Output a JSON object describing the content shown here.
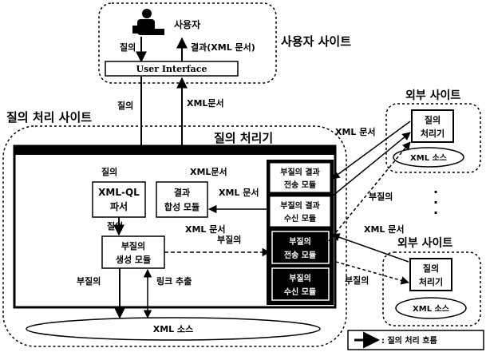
{
  "user_site": {
    "user_label": "사용자",
    "site_label": "사용자 사이트",
    "query_label": "질의",
    "result_label": "결과(XML 문서)",
    "ui_label": "User Interface"
  },
  "query_site": {
    "site_label": "질의 처리 사이트",
    "processor_label": "질의 처리기",
    "query_in_label": "질의",
    "xml_doc_label": "XML문서",
    "xmlql_parser": [
      "XML-QL",
      "파서"
    ],
    "result_synth": [
      "결과",
      "합성 모듈"
    ],
    "subquery_gen": [
      "부질의",
      "생성 모듈"
    ],
    "query_to_gen_label": "질의",
    "xml_doc_to_synth_label": "XML문서",
    "xml_doc_synth_from_recv_label": "XML 문서",
    "xml_doc_recv_label": "XML 문서",
    "subquery_to_send_label": "부질의",
    "subquery_down_label": "부질의",
    "link_extract_label": "링크 추출",
    "xml_source_label": "XML 소스",
    "modules": [
      [
        "부질의 결과",
        "전송 모듈"
      ],
      [
        "부질의 결과",
        "수신 모듈"
      ],
      [
        "부질의",
        "전송 모듈"
      ],
      [
        "부질의",
        "수신 모듈"
      ]
    ]
  },
  "external_sites": [
    {
      "site_label": "외부 사이트",
      "processor": [
        "질의",
        "처리기"
      ],
      "source_label": "XML 소스"
    },
    {
      "site_label": "외부 사이트",
      "processor": [
        "질의",
        "처리기"
      ],
      "source_label": "XML 소스"
    }
  ],
  "edges": {
    "xml_doc_top_right": "XML 문서",
    "subquery_mid": "부질의",
    "xml_doc_mid": "XML 문서",
    "subquery_low": "부질의"
  },
  "ellipsis": "·",
  "legend": {
    "label": ": 질의 처리 흐름"
  }
}
